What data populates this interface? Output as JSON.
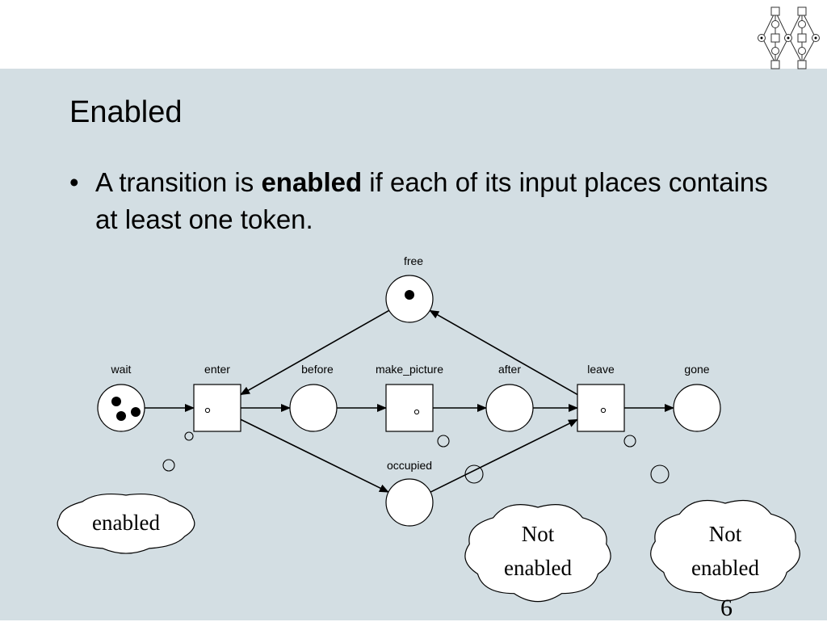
{
  "slide": {
    "title": "Enabled",
    "bullet": {
      "before": "A transition is ",
      "bold": "enabled",
      "after": " if each of its input places contains at least one token."
    },
    "page_number": "6"
  },
  "diagram": {
    "places": [
      {
        "id": "free",
        "label": "free",
        "tokens": 1
      },
      {
        "id": "wait",
        "label": "wait",
        "tokens": 3
      },
      {
        "id": "before",
        "label": "before",
        "tokens": 0
      },
      {
        "id": "after",
        "label": "after",
        "tokens": 0
      },
      {
        "id": "gone",
        "label": "gone",
        "tokens": 0
      },
      {
        "id": "occupied",
        "label": "occupied",
        "tokens": 0
      }
    ],
    "transitions": [
      {
        "id": "enter",
        "label": "enter"
      },
      {
        "id": "make_picture",
        "label": "make_picture"
      },
      {
        "id": "leave",
        "label": "leave"
      }
    ],
    "arcs": [
      {
        "from": "wait",
        "to": "enter"
      },
      {
        "from": "free",
        "to": "enter"
      },
      {
        "from": "enter",
        "to": "before"
      },
      {
        "from": "enter",
        "to": "occupied"
      },
      {
        "from": "before",
        "to": "make_picture"
      },
      {
        "from": "make_picture",
        "to": "after"
      },
      {
        "from": "after",
        "to": "leave"
      },
      {
        "from": "occupied",
        "to": "leave"
      },
      {
        "from": "leave",
        "to": "free"
      },
      {
        "from": "leave",
        "to": "gone"
      }
    ],
    "callouts": [
      {
        "transition": "enter",
        "lines": [
          "enabled"
        ]
      },
      {
        "transition": "make_picture",
        "lines": [
          "Not",
          "enabled"
        ]
      },
      {
        "transition": "leave",
        "lines": [
          "Not",
          "enabled"
        ]
      }
    ]
  }
}
